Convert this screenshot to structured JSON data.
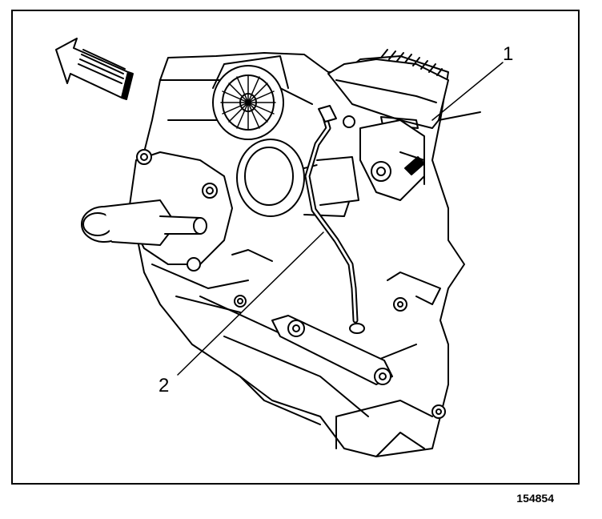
{
  "figure": {
    "number": "154854",
    "callouts": [
      {
        "id": "1",
        "label": "1"
      },
      {
        "id": "2",
        "label": "2"
      }
    ],
    "icons": [
      "direction-arrow-icon"
    ],
    "colors": {
      "line": "#000000",
      "background": "#ffffff"
    }
  }
}
